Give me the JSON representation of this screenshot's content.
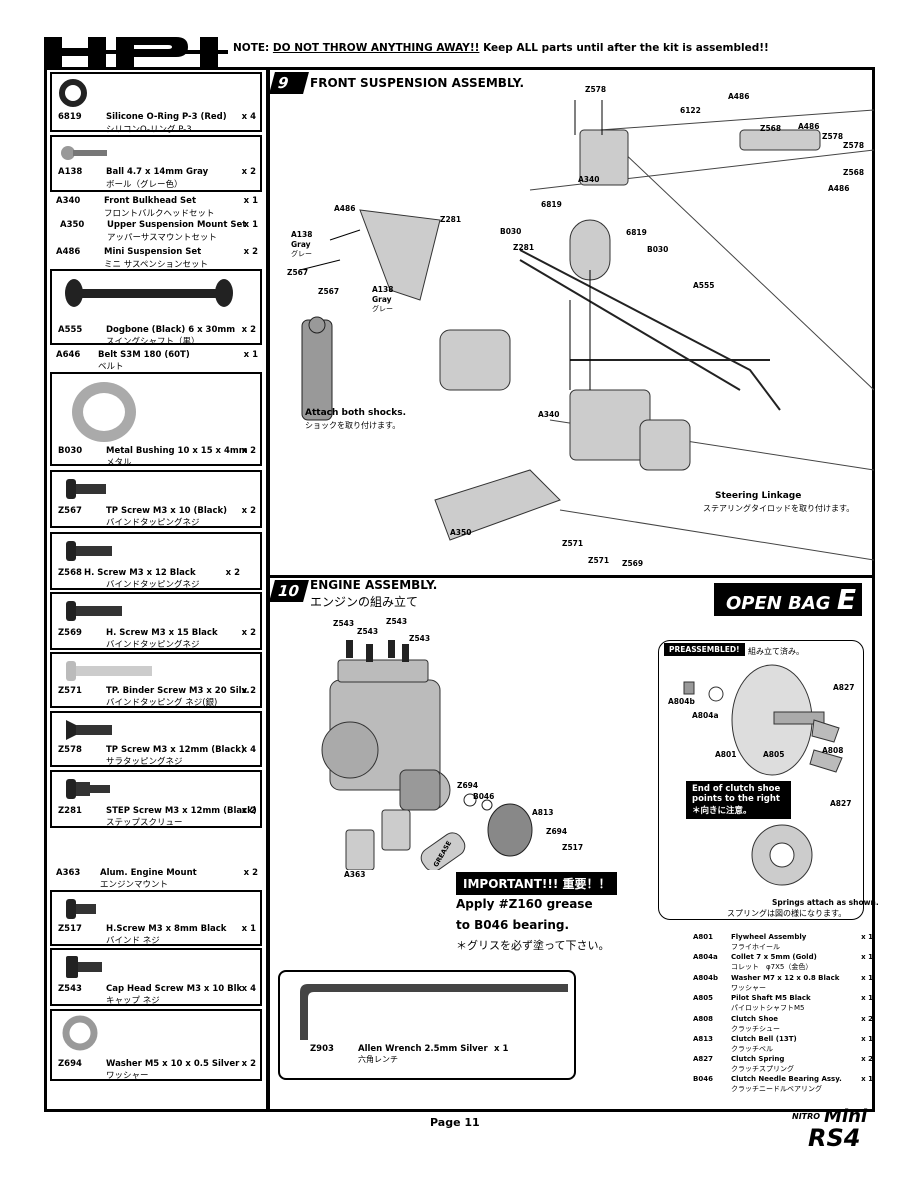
{
  "header": {
    "logo": "HPI",
    "note_prefix": "NOTE: ",
    "note_underlined": "DO NOT THROW ANYTHING AWAY!!",
    "note_suffix": " Keep ALL parts until after the kit is assembled!!"
  },
  "parts": [
    {
      "code": "6819",
      "name": "Silicone O-Ring P-3 (Red)",
      "jp": "シリコンO-リング P-3",
      "qty": "x 4"
    },
    {
      "code": "A138",
      "name": "Ball 4.7 x 14mm Gray",
      "jp": "ボール（グレー色）",
      "qty": "x 2"
    },
    {
      "code": "A340",
      "name": "Front Bulkhead Set",
      "jp": "フロントバルクヘッドセット",
      "qty": "x 1"
    },
    {
      "code": "A350",
      "name": "Upper Suspension Mount Set",
      "jp": "アッパーサスマウントセット",
      "qty": "x 1"
    },
    {
      "code": "A486",
      "name": "Mini Suspension Set",
      "jp": "ミニ サスペンションセット",
      "qty": "x 2"
    },
    {
      "code": "A555",
      "name": "Dogbone (Black) 6 x 30mm",
      "jp": "スイングシャフト（黒）",
      "qty": "x 2"
    },
    {
      "code": "A646",
      "name": "Belt S3M 180 (60T)",
      "jp": "ベルト",
      "qty": "x 1"
    },
    {
      "code": "B030",
      "name": "Metal Bushing 10 x 15 x 4mm",
      "jp": "メタル",
      "qty": "x 2"
    },
    {
      "code": "Z567",
      "name": "TP Screw M3 x 10 (Black)",
      "jp": "バインドタッピングネジ",
      "qty": "x 2"
    },
    {
      "code": "Z568",
      "name": "H. Screw M3 x 12 Black",
      "jp": "バインドタッピングネジ",
      "qty": "x 2"
    },
    {
      "code": "Z569",
      "name": "H. Screw M3 x 15 Black",
      "jp": "バインドタッピングネジ",
      "qty": "x 2"
    },
    {
      "code": "Z571",
      "name": "TP. Binder Screw M3 x 20 Silv.",
      "jp": "バインドタッピング ネジ(銀)",
      "qty": "x 2"
    },
    {
      "code": "Z578",
      "name": "TP Screw M3 x 12mm (Black)",
      "jp": "サラタッピングネジ",
      "qty": "x 4"
    },
    {
      "code": "Z281",
      "name": "STEP Screw M3 x 12mm (Black)",
      "jp": "ステップスクリュー",
      "qty": "x 2"
    },
    {
      "code": "A363",
      "name": "Alum. Engine Mount",
      "jp": "エンジンマウント",
      "qty": "x 2"
    },
    {
      "code": "Z517",
      "name": "H.Screw M3 x 8mm Black",
      "jp": "バインド ネジ",
      "qty": "x 1"
    },
    {
      "code": "Z543",
      "name": "Cap Head Screw M3 x 10 Blk",
      "jp": "キャップ ネジ",
      "qty": "x 4"
    },
    {
      "code": "Z694",
      "name": "Washer M5 x 10 x 0.5 Silver",
      "jp": "ワッシャー",
      "qty": "x 2"
    }
  ],
  "step9": {
    "number": "9",
    "title": "FRONT SUSPENSION ASSEMBLY.",
    "labels": {
      "z578a": "Z578",
      "a486a": "A486",
      "l6122": "6122",
      "z568a": "Z568",
      "a486b": "A486",
      "z578b": "Z578",
      "z568b": "Z568",
      "a486c": "A486",
      "a340a": "A340",
      "a486d": "A486",
      "z281a": "Z281",
      "a138a": "A138",
      "gray_a": "Gray",
      "gray_a_jp": "グレー",
      "z567a": "Z567",
      "z567b": "Z567",
      "a138b": "A138",
      "gray_b": "Gray",
      "gray_b_jp": "グレー",
      "l6819a": "6819",
      "b030a": "B030",
      "z281b": "Z281",
      "l6819b": "6819",
      "b030b": "B030",
      "a555": "A555",
      "a340b": "A340",
      "a350": "A350",
      "z571a": "Z571",
      "z571b": "Z571",
      "z569": "Z569"
    },
    "shocks": "Attach both shocks.",
    "shocks_jp": "ショックを取り付けます。",
    "steering": "Steering Linkage",
    "steering_jp": "ステアリングタイロッドを取り付けます。"
  },
  "step10": {
    "number": "10",
    "title": "ENGINE ASSEMBLY.",
    "title_jp": "エンジンの組み立て",
    "labels": {
      "z543a": "Z543",
      "z543b": "Z543",
      "z543c": "Z543",
      "z543d": "Z543",
      "z694a": "Z694",
      "b046": "B046",
      "a813": "A813",
      "z694b": "Z694",
      "z517": "Z517",
      "a363": "A363",
      "grease": "GREASE"
    },
    "important": "IMPORTANT!!!  重要！！",
    "apply_line1": "Apply #Z160 grease",
    "apply_line2": "to B046 bearing.",
    "apply_jp": "＊グリスを必ず塗って下さい。"
  },
  "open_bag": {
    "text": "OPEN BAG",
    "letter": "E"
  },
  "preassembled": {
    "header": "PREASSEMBLED!",
    "header_jp": "組み立て済み。",
    "labels": {
      "a804b": "A804b",
      "a804a": "A804a",
      "a827a": "A827",
      "a801": "A801",
      "a805": "A805",
      "a808": "A808",
      "a827b": "A827"
    },
    "clutch_note": "End of clutch shoe points to the right",
    "clutch_note_jp": "＊向きに注意。",
    "springs": "Springs attach as shown.",
    "springs_jp": "スプリングは図の様になります。"
  },
  "legend": [
    {
      "code": "A801",
      "name": "Flywheel Assembly",
      "jp": "フライホイール",
      "qty": "x 1"
    },
    {
      "code": "A804a",
      "name": "Collet 7 x 5mm (Gold)",
      "jp": "コレット　φ7X5（金色）",
      "qty": "x 1"
    },
    {
      "code": "A804b",
      "name": "Washer M7 x 12 x 0.8 Black",
      "jp": "ワッシャー",
      "qty": "x 1"
    },
    {
      "code": "A805",
      "name": "Pilot Shaft M5 Black",
      "jp": "パイロットシャフトM5",
      "qty": "x 1"
    },
    {
      "code": "A808",
      "name": "Clutch Shoe",
      "jp": "クラッチシュー",
      "qty": "x 2"
    },
    {
      "code": "A813",
      "name": "Clutch Bell (13T)",
      "jp": "クラッチベル",
      "qty": "x 1"
    },
    {
      "code": "A827",
      "name": "Clutch Spring",
      "jp": "クラッチスプリング",
      "qty": "x 2"
    },
    {
      "code": "B046",
      "name": "Clutch Needle Bearing Assy.",
      "jp": "クラッチニードルベアリング",
      "qty": "x 1"
    }
  ],
  "wrench": {
    "code": "Z903",
    "name": "Allen Wrench 2.5mm Silver",
    "jp": "六角レンチ",
    "qty": "x 1"
  },
  "footer": {
    "page": "Page 11",
    "brand_top": "NITRO",
    "brand_mini": "Mini",
    "brand_rs4": "RS4"
  }
}
